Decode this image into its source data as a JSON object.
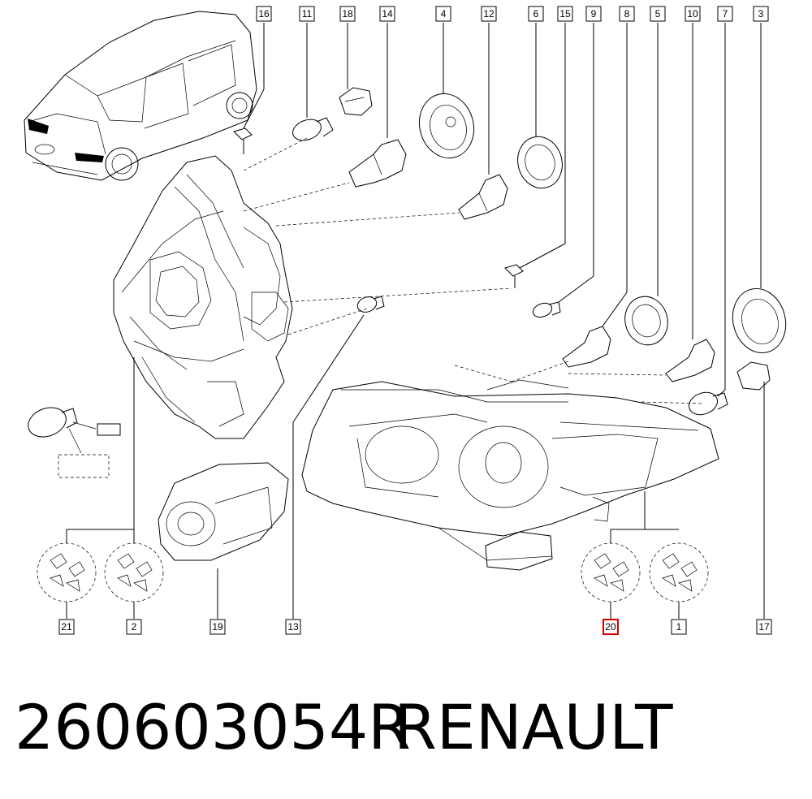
{
  "footer": {
    "part_number": "260603054R",
    "brand": "RENAULT"
  },
  "callouts": [
    {
      "id": "16",
      "label": "16"
    },
    {
      "id": "11",
      "label": "11"
    },
    {
      "id": "18",
      "label": "18"
    },
    {
      "id": "14",
      "label": "14"
    },
    {
      "id": "4",
      "label": "4"
    },
    {
      "id": "12",
      "label": "12"
    },
    {
      "id": "6",
      "label": "6"
    },
    {
      "id": "15",
      "label": "15"
    },
    {
      "id": "9",
      "label": "9"
    },
    {
      "id": "8",
      "label": "8"
    },
    {
      "id": "5",
      "label": "5"
    },
    {
      "id": "10",
      "label": "10"
    },
    {
      "id": "7",
      "label": "7"
    },
    {
      "id": "3",
      "label": "3"
    },
    {
      "id": "21",
      "label": "21"
    },
    {
      "id": "2",
      "label": "2"
    },
    {
      "id": "19",
      "label": "19"
    },
    {
      "id": "13",
      "label": "13"
    },
    {
      "id": "20",
      "label": "20",
      "highlighted": true
    },
    {
      "id": "1",
      "label": "1"
    },
    {
      "id": "17",
      "label": "17"
    }
  ],
  "colors": {
    "line": "#000000",
    "highlight": "#d40000",
    "background": "#ffffff"
  }
}
